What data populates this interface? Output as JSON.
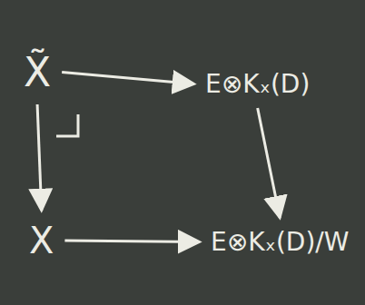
{
  "diagram": {
    "nodes": [
      {
        "text": [
          "X̃"
        ]
      },
      {
        "text": [
          "E⊗Kₓ(D)"
        ]
      },
      {
        "text": [
          "X"
        ]
      },
      {
        "text": [
          "E⊗Kₓ(D)/W"
        ]
      }
    ],
    "edges": [
      {
        "from": 0,
        "to": 1,
        "arrow": "to"
      },
      {
        "from": 0,
        "to": 2,
        "arrow": "to"
      },
      {
        "from": 1,
        "to": 3,
        "arrow": "to"
      },
      {
        "from": 2,
        "to": 3,
        "arrow": "to"
      }
    ]
  }
}
